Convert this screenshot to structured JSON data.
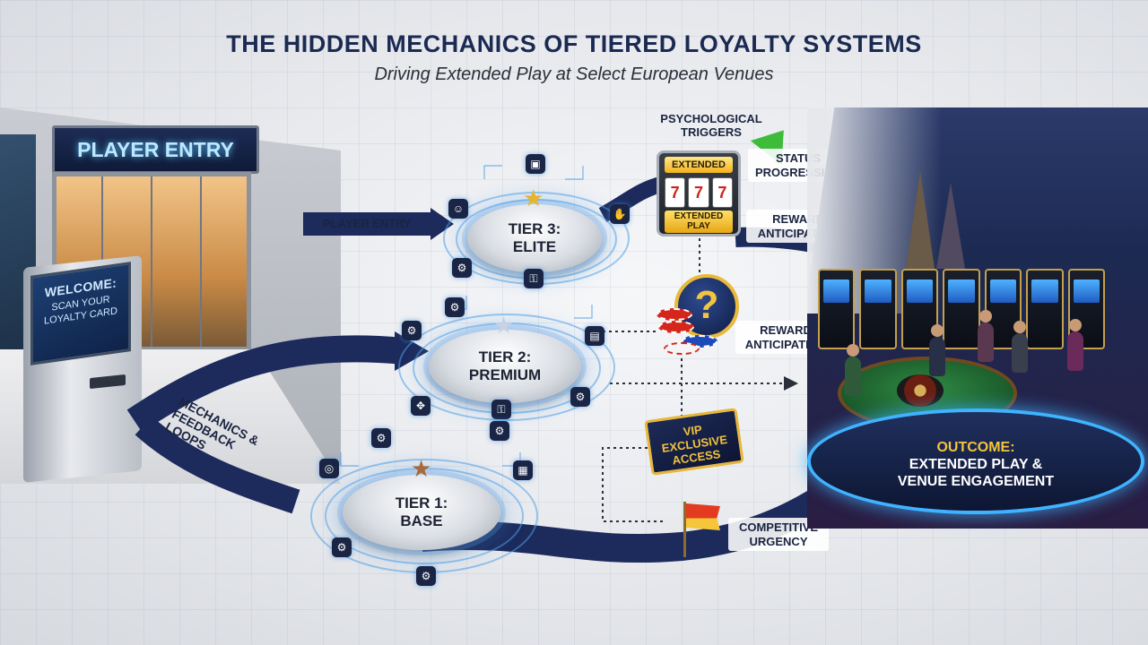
{
  "header": {
    "title": "THE HIDDEN MECHANICS OF TIERED LOYALTY SYSTEMS",
    "subtitle": "Driving Extended Play at Select European Venues"
  },
  "entrance": {
    "sign": "PLAYER ENTRY",
    "kiosk_line1": "WELCOME:",
    "kiosk_line2": "SCAN YOUR LOYALTY CARD"
  },
  "flows": {
    "player_entry": "PLAYER ENTRY",
    "feedback": "MECHANICS & FEEDBACK LOOPS"
  },
  "tiers": [
    {
      "id": "tier3",
      "line1": "TIER 3:",
      "line2": "ELITE",
      "star_color": "#e7b52a"
    },
    {
      "id": "tier2",
      "line1": "TIER 2:",
      "line2": "PREMIUM",
      "star_color": "#b9c6d8"
    },
    {
      "id": "tier1",
      "line1": "TIER 1:",
      "line2": "BASE",
      "star_color": "#a86a3c"
    }
  ],
  "triggers": {
    "heading": "PSYCHOLOGICAL TRIGGERS",
    "status_progression": "STATUS PROGRESSION",
    "reward_anticipation_1": "REWARD ANTICIPATION",
    "reward_anticipation_2": "REWARD ANTICIPATION",
    "competitive_urgency": "COMPETITIVE URGENCY"
  },
  "props": {
    "slot_top": "EXTENDED",
    "slot_reel": "7",
    "slot_bottom": "EXTENDED PLAY",
    "question_mark": "?",
    "vip_line1": "VIP",
    "vip_line2": "EXCLUSIVE",
    "vip_line3": "ACCESS"
  },
  "outcome": {
    "label": "OUTCOME:",
    "text_line1": "EXTENDED PLAY &",
    "text_line2": "VENUE ENGAGEMENT"
  },
  "icons": [
    "gear-icon",
    "wallet-icon",
    "lock-icon",
    "people-icon",
    "chart-icon",
    "card-icon",
    "target-icon",
    "hand-icon"
  ],
  "colors": {
    "flow_navy": "#1c2a5c",
    "accent_gold": "#f3c43f",
    "glow_blue": "#3fb3ff",
    "dotted": "#2a2f3a"
  }
}
